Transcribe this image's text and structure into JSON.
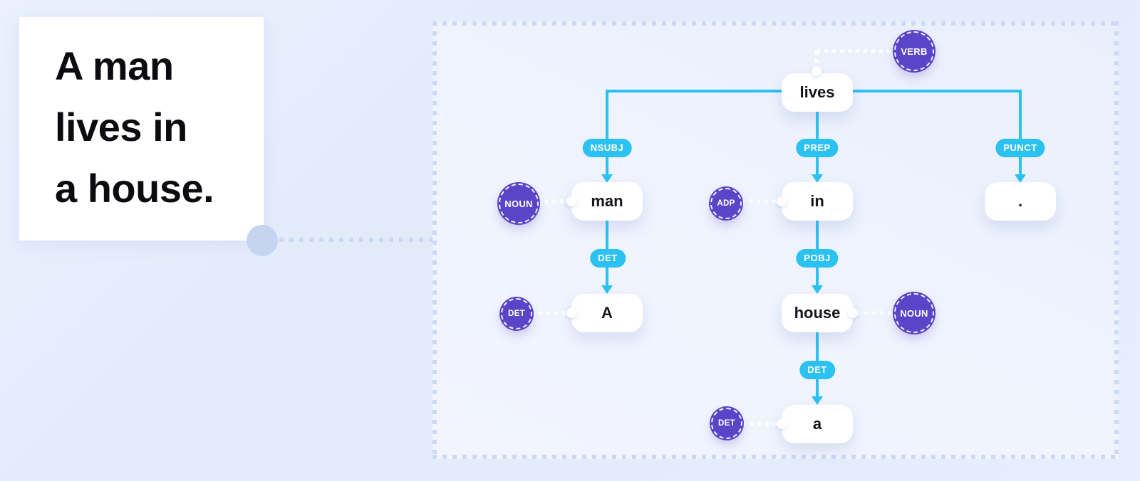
{
  "card": {
    "sentence": "A man lives in a house.",
    "lines": [
      "A man",
      "lives in",
      "a house."
    ]
  },
  "colors": {
    "edge_cyan": "#2bc2f1",
    "pos_purple": "#5a45c8",
    "panel_dash": "#ccdaf6",
    "connector_blue": "#c9d8f4",
    "node_bg": "#ffffff",
    "text_dark": "#14141d"
  },
  "tree": {
    "nodes": {
      "lives": {
        "word": "lives",
        "pos": "VERB"
      },
      "man": {
        "word": "man",
        "pos": "NOUN",
        "dep": "NSUBJ"
      },
      "in": {
        "word": "in",
        "pos": "ADP",
        "dep": "PREP"
      },
      "period": {
        "word": ".",
        "dep": "PUNCT"
      },
      "a_upper": {
        "word": "A",
        "pos": "DET",
        "dep": "DET"
      },
      "house": {
        "word": "house",
        "pos": "NOUN",
        "dep": "POBJ"
      },
      "a_lower": {
        "word": "a",
        "pos": "DET",
        "dep": "DET"
      }
    }
  }
}
